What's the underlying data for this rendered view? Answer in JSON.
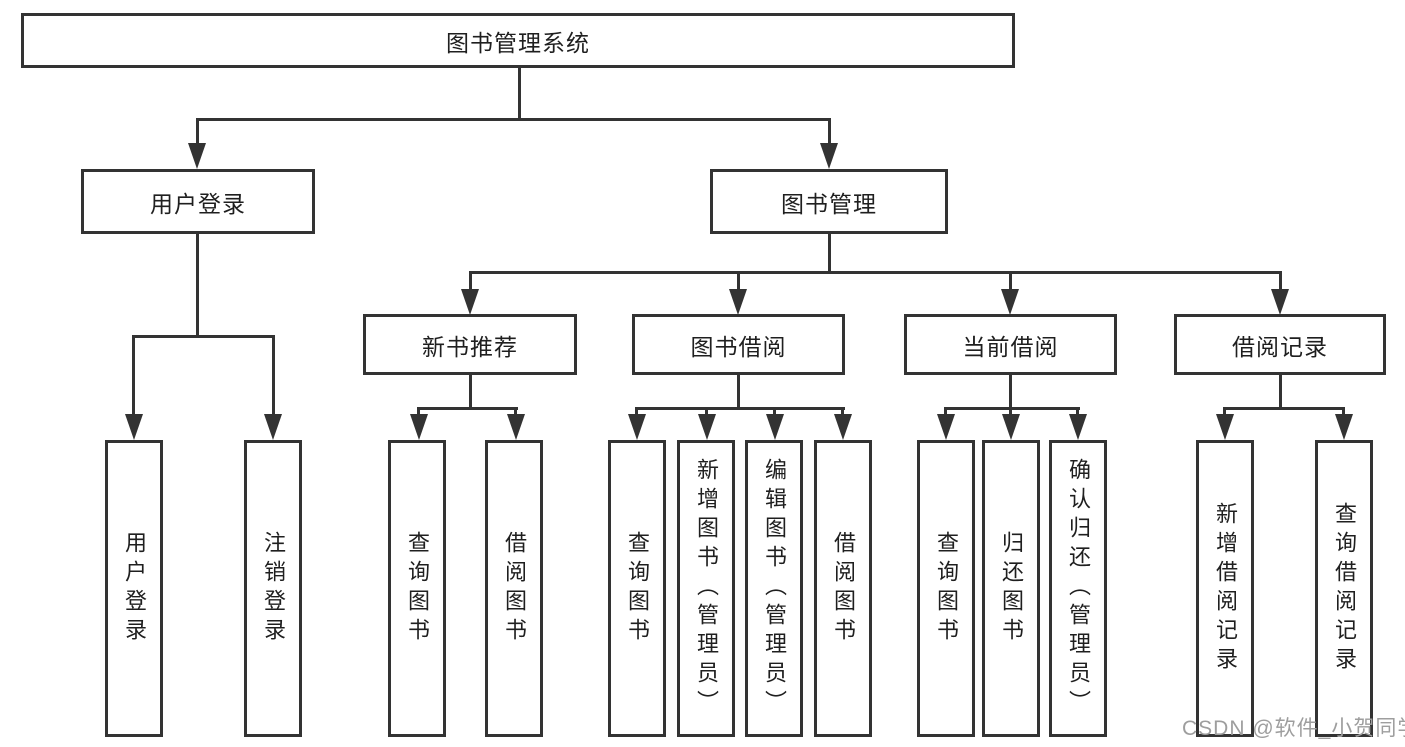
{
  "tree": {
    "label": "图书管理系统",
    "children": [
      {
        "label": "用户登录",
        "children": [
          {
            "label": "用户登录"
          },
          {
            "label": "注销登录"
          }
        ]
      },
      {
        "label": "图书管理",
        "children": [
          {
            "label": "新书推荐",
            "children": [
              {
                "label": "查询图书"
              },
              {
                "label": "借阅图书"
              }
            ]
          },
          {
            "label": "图书借阅",
            "children": [
              {
                "label": "查询图书"
              },
              {
                "label": "新增图书（管理员）"
              },
              {
                "label": "编辑图书（管理员）"
              },
              {
                "label": "借阅图书"
              }
            ]
          },
          {
            "label": "当前借阅",
            "children": [
              {
                "label": "查询图书"
              },
              {
                "label": "归还图书"
              },
              {
                "label": "确认归还（管理员）"
              }
            ]
          },
          {
            "label": "借阅记录",
            "children": [
              {
                "label": "新增借阅记录"
              },
              {
                "label": "查询借阅记录"
              }
            ]
          }
        ]
      }
    ]
  },
  "watermark": {
    "text": "CSDN @软件_小贺同学"
  },
  "colors": {
    "line": "#333333",
    "box_border": "#333333",
    "box_fill": "#ffffff",
    "text": "#1f1f1f",
    "watermark": "#9e9e9e",
    "background": "#ffffff"
  }
}
